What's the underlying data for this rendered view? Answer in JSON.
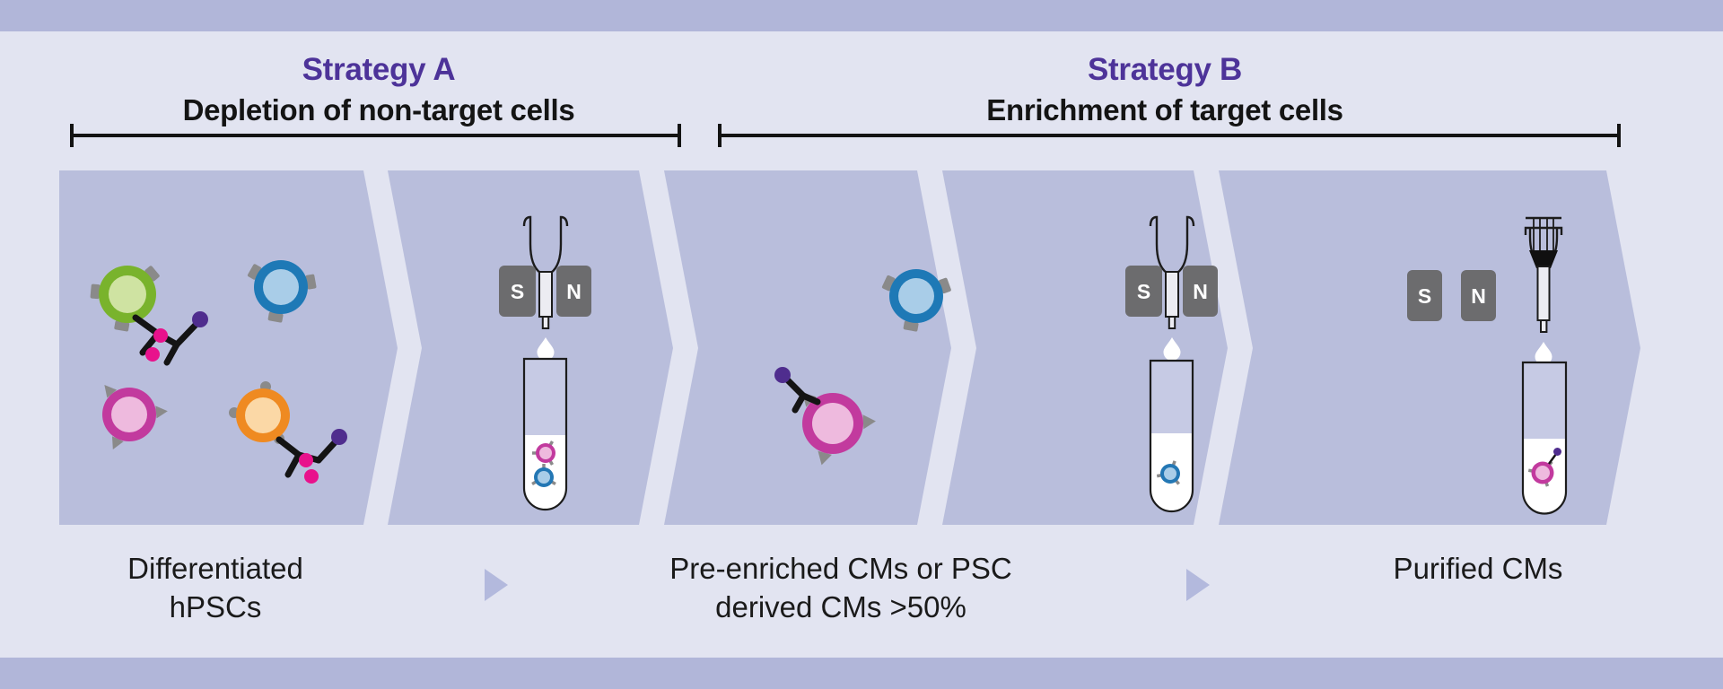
{
  "strategies": {
    "a": {
      "title": "Strategy A",
      "subtitle": "Depletion of non-target cells"
    },
    "b": {
      "title": "Strategy B",
      "subtitle": "Enrichment of target cells"
    }
  },
  "steps": {
    "differentiated": {
      "line1": "Differentiated",
      "line2": "hPSCs"
    },
    "pre_enriched": {
      "line1": "Pre-enriched CMs or PSC",
      "line2": "derived CMs >50%"
    },
    "purified": {
      "line1": "Purified CMs"
    }
  },
  "magnets": {
    "depletion": {
      "left": "S",
      "right": "N"
    },
    "enrichment": {
      "left": "S",
      "right": "N"
    },
    "final": {
      "left": "S",
      "right": "N"
    }
  },
  "icons": {
    "step_arrow": "right-pointing-triangle",
    "droplet": "water-drop",
    "antibody": "y-shaped-antibody",
    "magnetic_bead": "purple-bead",
    "separation_column": "funnel-column",
    "plunger_column": "syringe-plunger-column",
    "collection_tube": "round-bottom-tube"
  },
  "colors": {
    "accent_purple": "#4d3399",
    "band": "#b1b6d9",
    "background": "#e2e4f1",
    "panel": "#b9bedc",
    "magnet_gray": "#6c6c6e",
    "cell_green": "#79b32c",
    "cell_blue": "#1e79b6",
    "cell_magenta": "#c23a9e",
    "cell_orange": "#ef8a21",
    "bead_purple": "#4f2d8e",
    "bead_magenta": "#e8128c",
    "text": "#1a1a1a"
  }
}
